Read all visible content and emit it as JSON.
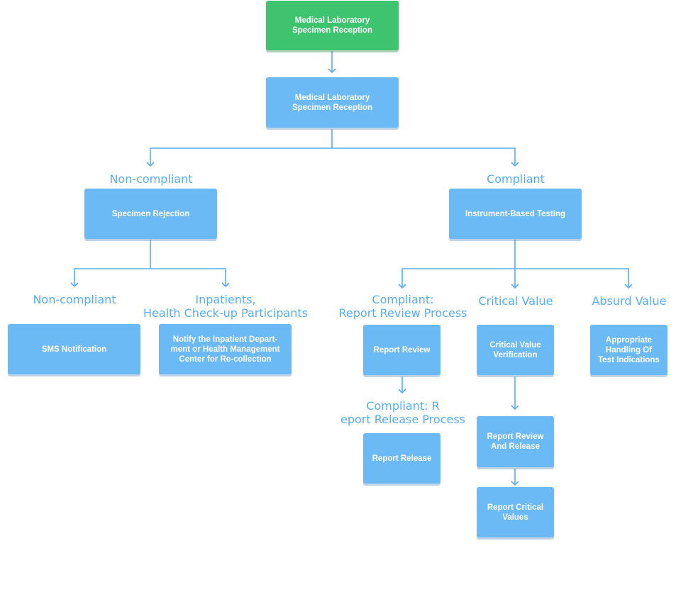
{
  "nodes": {
    "reception_top": "Medical Laboratory\nSpecimen Reception",
    "reception_second": "Medical Laboratory\nSpecimen Reception",
    "specimen_rejection": "Specimen Rejection",
    "instrument_testing": "Instrument-Based Testing",
    "sms_notification": "SMS Notification",
    "notify_recollection": "Notify the Inpatient Depart-\nment or Health Management\nCenter for Re-collection",
    "report_review": "Report Review",
    "critical_value_verification": "Critical Value\nVerification",
    "appropriate_handling": "Appropriate\nHandling Of\nTest Indications",
    "report_release": "Report Release",
    "report_review_release": "Report Review\nAnd Release",
    "report_critical_values": "Report Critical\nValues"
  },
  "labels": {
    "non_compliant_top": "Non-compliant",
    "compliant_top": "Compliant",
    "non_compliant_left": "Non-compliant",
    "inpatients": "Inpatients,\nHealth Check-up Participants",
    "compliant_review": "Compliant:\nReport Review Process",
    "critical_value": "Critical Value",
    "absurd_value": "Absurd Value",
    "compliant_release": "Compliant: R\neport Release Process"
  },
  "colors": {
    "start_node": "#3ec46e",
    "process_node": "#6cbaf5",
    "connector": "#56aef0",
    "label_text": "#56aef0"
  }
}
